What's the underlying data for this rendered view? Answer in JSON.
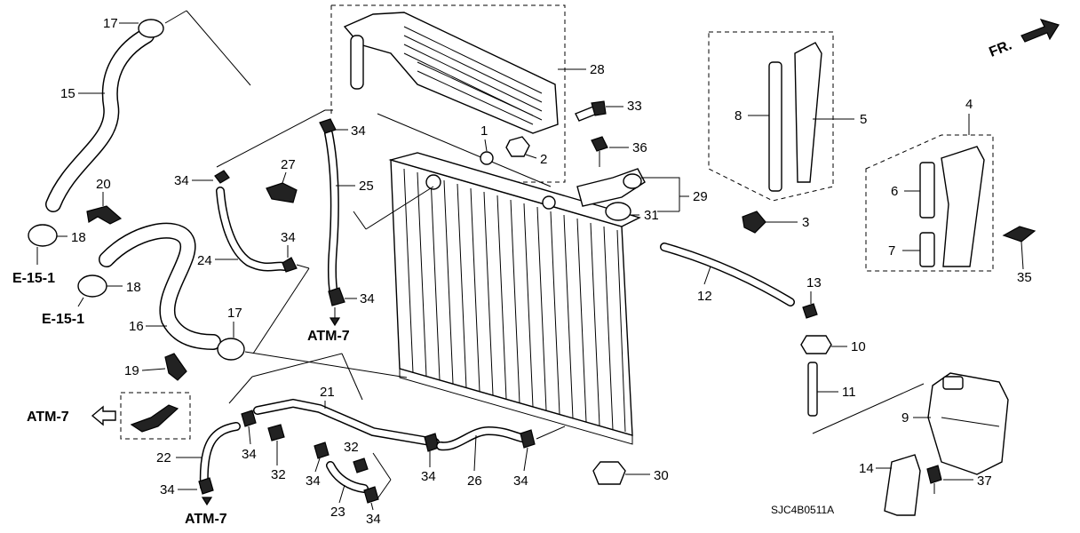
{
  "callouts": {
    "p1": "1",
    "p2": "2",
    "p3": "3",
    "p4": "4",
    "p5": "5",
    "p6": "6",
    "p7": "7",
    "p8": "8",
    "p9": "9",
    "p10": "10",
    "p11": "11",
    "p12": "12",
    "p13": "13",
    "p14": "14",
    "p15": "15",
    "p16": "16",
    "p17": "17",
    "p18": "18",
    "p19": "19",
    "p20": "20",
    "p21": "21",
    "p22": "22",
    "p23": "23",
    "p24": "24",
    "p25": "25",
    "p26": "26",
    "p27": "27",
    "p28": "28",
    "p29": "29",
    "p30": "30",
    "p31": "31",
    "p32": "32",
    "p33": "33",
    "p34": "34",
    "p35": "35",
    "p36": "36",
    "p37": "37"
  },
  "references": {
    "atm7": "ATM-7",
    "e151": "E-15-1",
    "front": "FR."
  },
  "diagram_code": "SJC4B0511A"
}
